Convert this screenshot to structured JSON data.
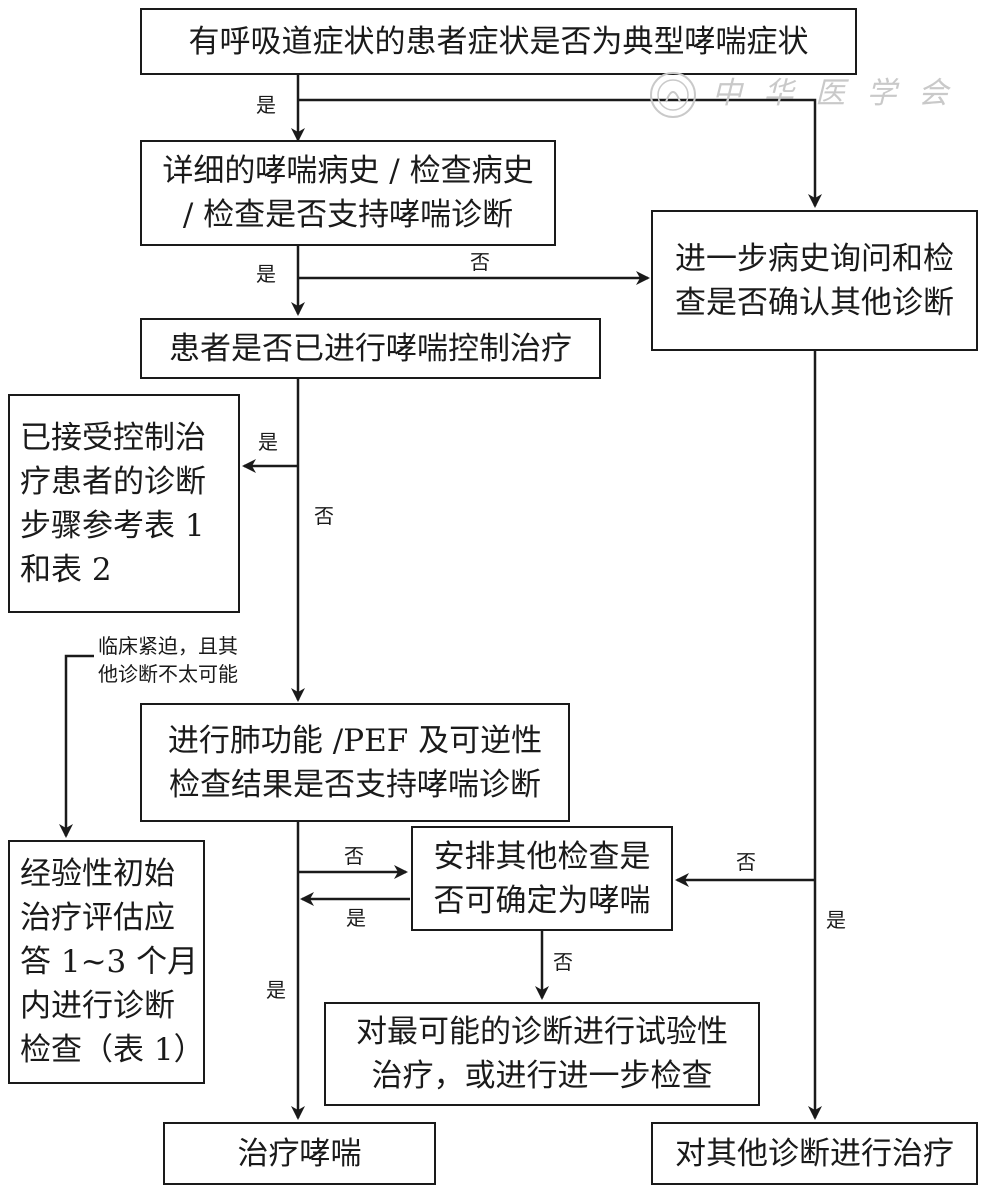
{
  "nodes": {
    "n1": "有呼吸道症状的患者症状是否为典型哮喘症状",
    "n2": "详细的哮喘病史 / 检查病史\n/ 检查是否支持哮喘诊断",
    "n3": "进一步病史询问和检\n查是否确认其他诊断",
    "n4": "患者是否已进行哮喘控制治疗",
    "n5": "已接受控制治\n疗患者的诊断\n步骤参考表 1\n和表 2",
    "n6": "进行肺功能 /PEF 及可逆性\n检查结果是否支持哮喘诊断",
    "n7": "经验性初始\n治疗评估应\n答 1~3 个月\n内进行诊断\n检查（表 1）",
    "n8": "安排其他检查是\n否可确定为哮喘",
    "n9": "对最可能的诊断进行试验性\n治疗，或进行进一步检查",
    "n10": "治疗哮喘",
    "n11": "对其他诊断进行治疗"
  },
  "edge_labels": {
    "n1_yes": "是",
    "n2_yes": "是",
    "n2_no": "否",
    "n4_yes": "是",
    "n4_no": "否",
    "urgent": "临床紧迫，且其\n他诊断不太可能",
    "n6_no": "否",
    "n8_yes": "是",
    "n6_yes": "是",
    "n8_no": "否",
    "n3_no": "否",
    "n3_yes": "是"
  },
  "watermark": {
    "text": "中 华 医 学 会"
  },
  "colors": {
    "line": "#1a1a1a",
    "watermark": "#c9c9c9"
  }
}
